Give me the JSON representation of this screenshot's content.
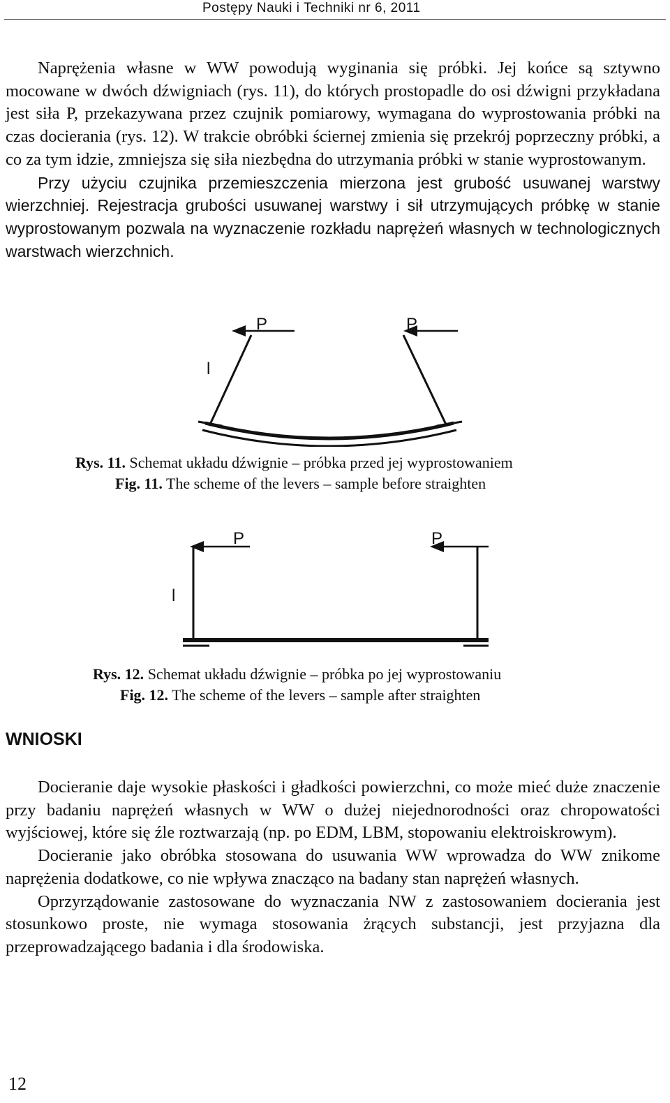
{
  "header": {
    "journal": "Postępy Nauki i Techniki nr 6, 2011"
  },
  "paragraphs_top": [
    "Naprężenia własne w WW powodują wyginania się próbki. Jej końce są sztywno mocowane w dwóch dźwigniach (rys. 11), do których prostopadle do osi dźwigni przykładana jest siła P, przekazywana przez czujnik pomiarowy, wymagana do wyprostowania próbki na czas docierania (rys. 12). W trakcie obróbki ściernej zmienia się przekrój poprzeczny próbki, a co za tym idzie, zmniejsza się siła niezbędna do utrzymania próbki w stanie wyprostowanym.",
    "Przy użyciu czujnika przemieszczenia mierzona jest grubość usuwanej warstwy wierzchniej. Rejestracja grubości usuwanej warstwy i sił utrzymujących próbkę w stanie wyprostowanym pozwala na wyznaczenie rozkładu naprężeń własnych w technologicznych warstwach wierzchnich."
  ],
  "figure11": {
    "label_force_left": "P",
    "label_force_right": "P",
    "label_lever": "l",
    "caption_pl_label": "Rys. 11.",
    "caption_pl_text": " Schemat układu dźwignie – próbka przed jej wyprostowaniem",
    "caption_en_label": "Fig. 11.",
    "caption_en_text": " The scheme of the levers – sample before straighten"
  },
  "figure12": {
    "label_force_left": "P",
    "label_force_right": "P",
    "label_lever": "l",
    "caption_pl_label": "Rys. 12.",
    "caption_pl_text": " Schemat układu dźwignie – próbka po jej wyprostowaniu",
    "caption_en_label": "Fig. 12.",
    "caption_en_text": " The scheme of the levers – sample after straighten"
  },
  "section": {
    "heading": "WNIOSKI"
  },
  "paragraphs_bottom": [
    "Docieranie daje wysokie płaskości i gładkości powierzchni, co może mieć duże znaczenie przy badaniu naprężeń własnych w WW o dużej niejednorodności oraz chropowatości wyjściowej, które się źle roztwarzają (np. po EDM, LBM, stopowaniu elektroiskrowym).",
    "Docieranie jako obróbka stosowana do usuwania WW wprowadza do WW znikome naprężenia dodatkowe, co nie wpływa znacząco na badany stan naprężeń własnych.",
    "Oprzyrządowanie zastosowane do wyznaczania NW z zastosowaniem docierania jest stosunkowo proste, nie wymaga stosowania żrących substancji, jest przyjazna dla przeprowadzającego badania i dla środowiska."
  ],
  "footer": {
    "page_number": "12"
  }
}
